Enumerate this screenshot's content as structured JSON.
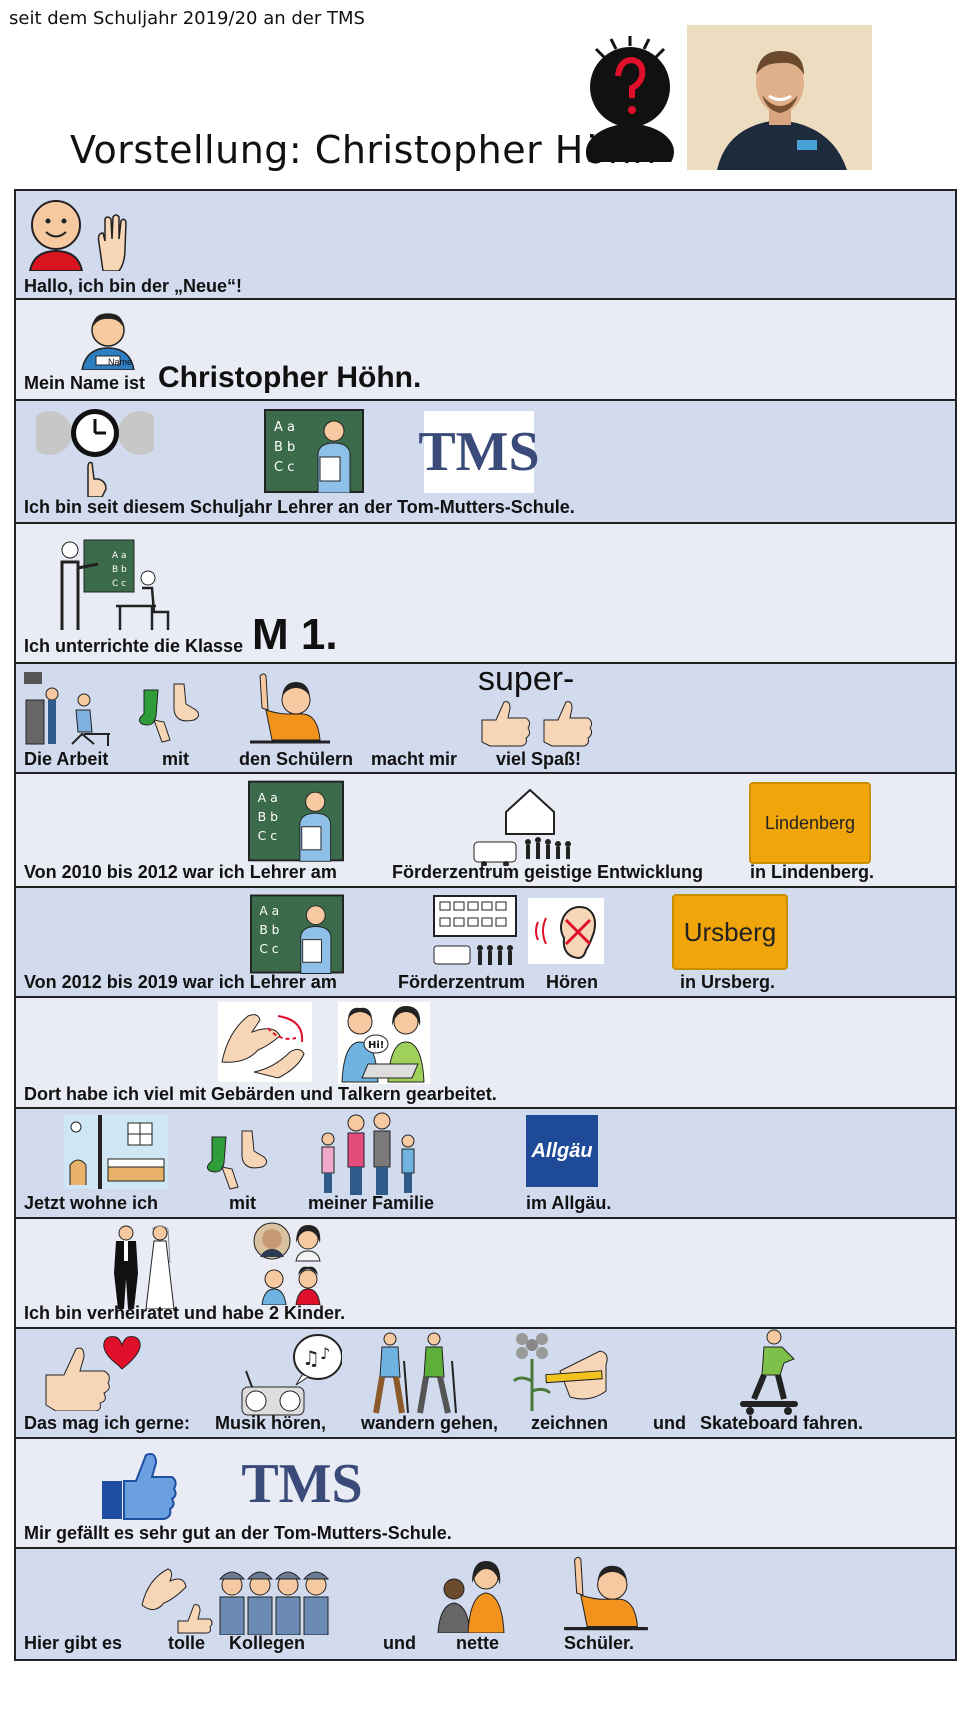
{
  "header": {
    "top_note": "seit dem Schuljahr 2019/20 an der TMS",
    "title": "Vorstellung: Christopher Höhn"
  },
  "rows": [
    {
      "caption": "Hallo, ich bin der „Neue“!"
    },
    {
      "caption": "Mein Name ist",
      "name": "Christopher Höhn.",
      "badge": "Name"
    },
    {
      "caption": "Ich bin seit diesem Schuljahr Lehrer an der Tom-Mutters-Schule.",
      "logo": "TMS"
    },
    {
      "caption": "Ich unterrichte die Klasse",
      "class_name": "M 1."
    },
    {
      "captions": [
        "Die Arbeit",
        "mit",
        "den Schülern",
        "macht mir",
        "viel Spaß!"
      ],
      "super": "super-"
    },
    {
      "captions": [
        "Von 2010 bis 2012 war ich Lehrer am",
        "Förderzentrum geistige Entwicklung",
        "in Lindenberg."
      ],
      "sign": "Lindenberg"
    },
    {
      "captions": [
        "Von 2012 bis 2019 war ich Lehrer am",
        "Förderzentrum",
        "Hören",
        "in Ursberg."
      ],
      "sign": "Ursberg"
    },
    {
      "caption": "Dort habe ich viel mit Gebärden und Talkern gearbeitet.",
      "speech": "Hi!"
    },
    {
      "captions": [
        "Jetzt wohne ich",
        "mit",
        "meiner Familie",
        "im Allgäu."
      ],
      "logo": "Allgäu"
    },
    {
      "caption": "Ich bin verheiratet und habe 2 Kinder."
    },
    {
      "captions": [
        "Das mag ich gerne:",
        "Musik hören,",
        "wandern gehen,",
        "zeichnen",
        "und",
        "Skateboard fahren."
      ]
    },
    {
      "caption": "Mir gefällt es sehr gut an der Tom-Mutters-Schule.",
      "logo": "TMS"
    },
    {
      "captions": [
        "Hier gibt es",
        "tolle",
        "Kollegen",
        "und",
        "nette",
        "Schüler."
      ]
    }
  ],
  "colors": {
    "row_dark": "#d2dbee",
    "row_light": "#e9ecf5",
    "sign_orange": "#f0a50b",
    "allgaeu_blue": "#1f4a98"
  }
}
